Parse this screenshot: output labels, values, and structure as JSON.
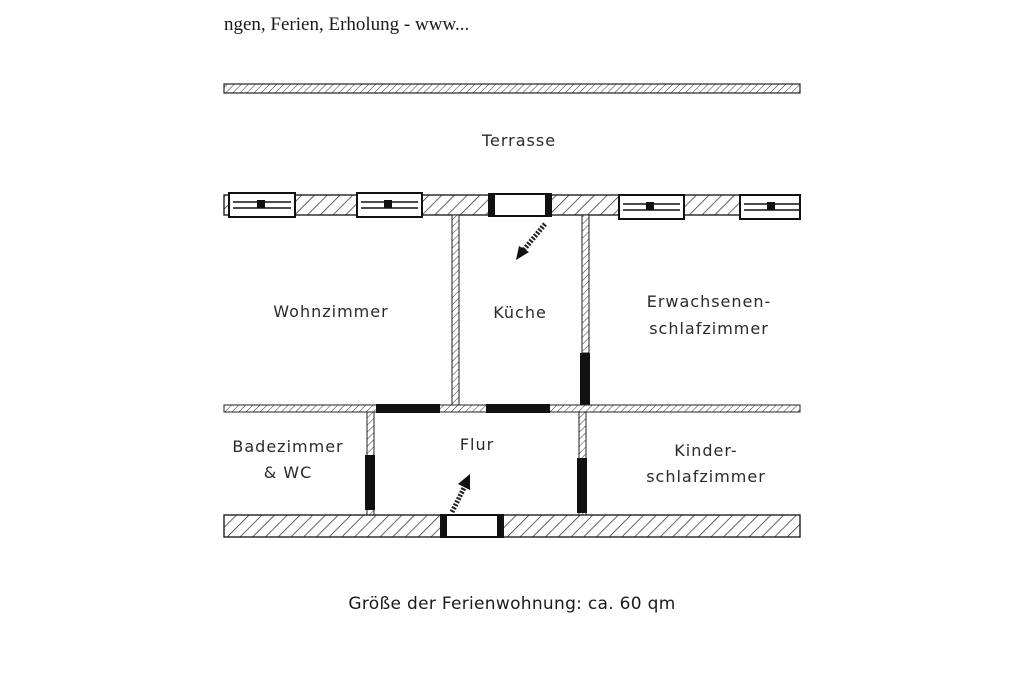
{
  "header": {
    "text": "ngen, Ferien, Erholung - www..."
  },
  "rooms": {
    "terrasse": "Terrasse",
    "wohnzimmer": "Wohnzimmer",
    "kueche": "Küche",
    "erwachsenen_1": "Erwachsenen-",
    "erwachsenen_2": "schlafzimmer",
    "badezimmer_1": "Badezimmer",
    "badezimmer_2": "& WC",
    "flur": "Flur",
    "kinder_1": "Kinder-",
    "kinder_2": "schlafzimmer"
  },
  "caption": {
    "text": "Größe der Ferienwohnung: ca. 60 qm"
  }
}
